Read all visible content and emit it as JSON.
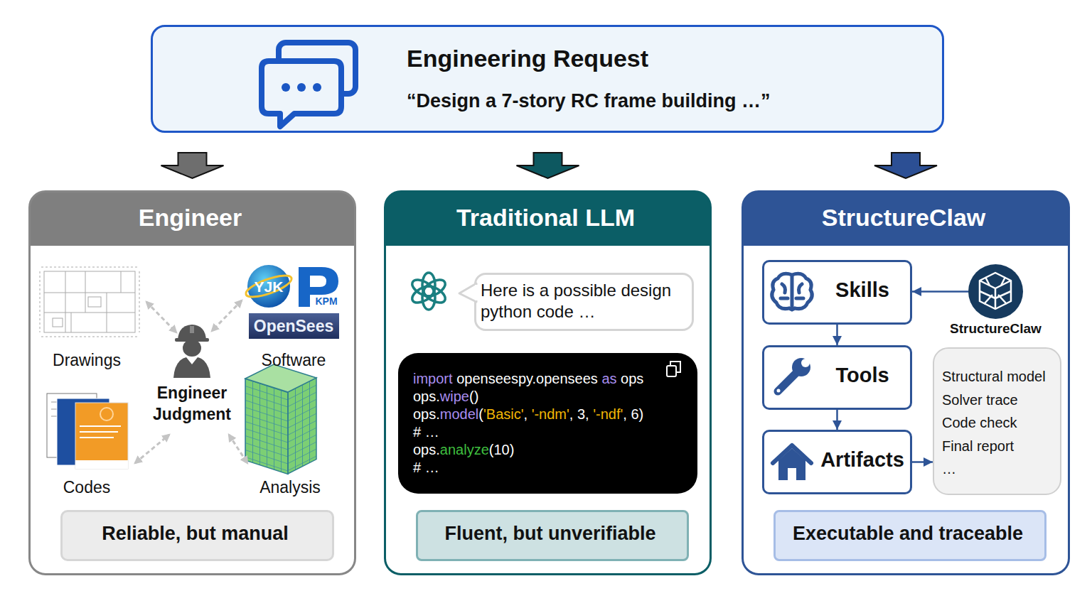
{
  "diagram": {
    "nodes": [
      {
        "text": [
          "Engineering Request",
          "“Design a 7-story RC frame building …”"
        ]
      },
      {
        "text": [
          "Engineer"
        ]
      },
      {
        "text": [
          "Reliable, but manual"
        ],
        "in": 1
      },
      {
        "text": [
          "Traditional LLM"
        ]
      },
      {
        "text": [
          "Here is a possible design python code …"
        ],
        "in": 3
      },
      {
        "text": [
          "import openseespy.opensees as ops",
          "ops.wipe()",
          "ops.model('Basic', '-ndm', 3, '-ndf', 6)",
          "# …",
          "ops.analyze(10)",
          "# …"
        ],
        "in": 3
      },
      {
        "text": [
          "Fluent, but unverifiable"
        ],
        "in": 3
      },
      {
        "text": [
          "StructureClaw"
        ]
      },
      {
        "text": [
          "Skills"
        ],
        "in": 7
      },
      {
        "text": [
          "StructureClaw"
        ],
        "in": 7
      },
      {
        "text": [
          "Tools"
        ],
        "in": 7
      },
      {
        "text": [
          "Artifacts"
        ],
        "in": 7
      },
      {
        "text": [
          "Structural model",
          "Solver trace",
          "Code check",
          "Final report",
          "…"
        ],
        "in": 7
      },
      {
        "text": [
          "Executable and traceable"
        ],
        "in": 7
      }
    ],
    "edges": [
      {
        "from": 0,
        "to": 1,
        "arrow": "to"
      },
      {
        "from": 0,
        "to": 3,
        "arrow": "to"
      },
      {
        "from": 0,
        "to": 7,
        "arrow": "to"
      },
      {
        "from": 9,
        "to": 8,
        "arrow": "to"
      },
      {
        "from": 8,
        "to": 10,
        "arrow": "to"
      },
      {
        "from": 10,
        "to": 11,
        "arrow": "to"
      },
      {
        "from": 11,
        "to": 12,
        "arrow": "to"
      }
    ],
    "labels": [
      "Drawings",
      "Engineer Judgment",
      "YJK",
      "KPM",
      "OpenSees",
      "Software",
      "Codes",
      "Analysis"
    ]
  }
}
